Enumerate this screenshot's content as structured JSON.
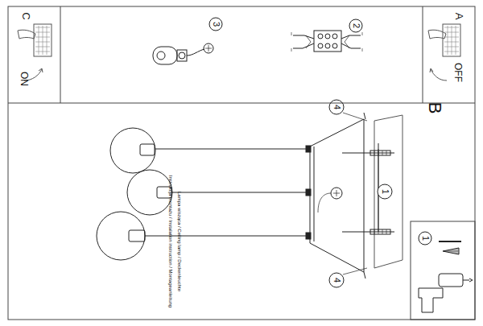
{
  "diagram": {
    "nodes": [
      {
        "text": [
          "C",
          "ON"
        ]
      },
      {
        "text": [
          "A",
          "OFF"
        ]
      },
      {
        "text": [
          "1"
        ]
      }
    ],
    "labels": [
      "3",
      "2",
      "B",
      "4",
      "1",
      "4",
      "Instrukcja montażu / Instalation instruction / Montageanleitung",
      "Lampa wisząca / Ceiling lamp / Deckenleuchte"
    ]
  }
}
